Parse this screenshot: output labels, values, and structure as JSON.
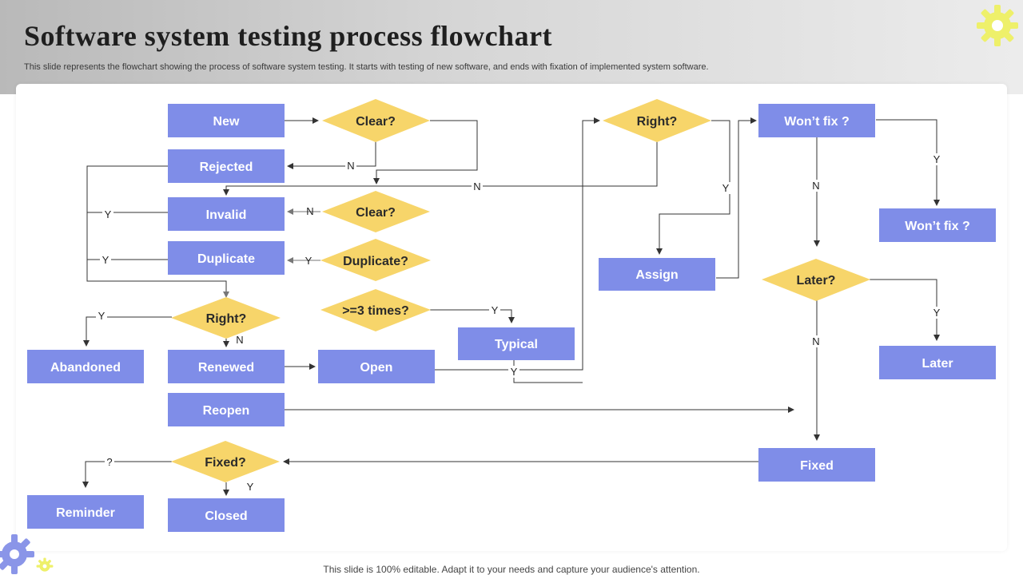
{
  "header": {
    "title": "Software system testing process flowchart",
    "subtitle": "This slide represents the flowchart showing the process of software system testing. It starts with testing of new software, and ends with fixation  of implemented system software."
  },
  "footer": {
    "text": "This slide is 100% editable. Adapt it to your needs and capture your audience's attention."
  },
  "colors": {
    "box": "#7f8de8",
    "decision": "#f7d56a",
    "gear_yellow": "#eef06a",
    "gear_blue": "#8a95e8"
  },
  "nodes": {
    "new": "New",
    "rejected": "Rejected",
    "invalid": "Invalid",
    "duplicate": "Duplicate",
    "abandoned": "Abandoned",
    "renewed": "Renewed",
    "open": "Open",
    "reopen": "Reopen",
    "reminder": "Reminder",
    "closed": "Closed",
    "typical": "Typical",
    "assign": "Assign",
    "wont_fix_main": "Won’t fix ?",
    "wont_fix_result": "Won’t fix ?",
    "later": "Later",
    "fixed": "Fixed"
  },
  "decisions": {
    "clear_top": "Clear?",
    "clear_mid": "Clear?",
    "duplicate_q": "Duplicate?",
    "times_q": ">=3 times?",
    "right_left": "Right?",
    "right_top": "Right?",
    "later_q": "Later?",
    "fixed_q": "Fixed?"
  },
  "edge_labels": {
    "clear_top_n": "N",
    "right_top_n": "N",
    "invalid_y": "Y",
    "clear_mid_n": "N",
    "duplicate_y": "Y",
    "duplicate_q_y": "Y",
    "times_y": "Y",
    "abandoned_y": "Y",
    "renewed_n": "N",
    "open_y": "Y",
    "assign_y": "Y",
    "wontfix_y": "Y",
    "wontfix_n": "N",
    "later_y": "Y",
    "later_n": "N",
    "reminder_q": "?",
    "closed_y": "Y"
  }
}
